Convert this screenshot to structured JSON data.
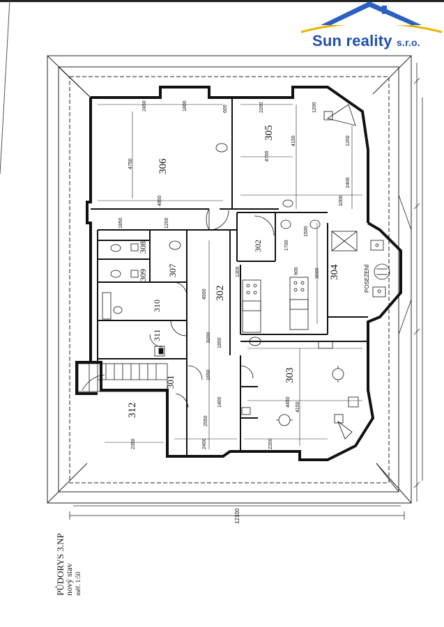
{
  "logo": {
    "name": "Sun reality",
    "suffix": "s.r.o.",
    "colors": {
      "blue": "#1f4fae",
      "gold": "#e8b400",
      "roof": "#2b5fc4"
    }
  },
  "title": {
    "line1": "PŮDORYS 3.NP",
    "line2": "nový stav",
    "line3": "měř. 1:50"
  },
  "rooms": [
    {
      "id": "r306",
      "label": "306"
    },
    {
      "id": "r305",
      "label": "305"
    },
    {
      "id": "r302a",
      "label": "302"
    },
    {
      "id": "r302b",
      "label": "302"
    },
    {
      "id": "r308",
      "label": "308"
    },
    {
      "id": "r307",
      "label": "307"
    },
    {
      "id": "r309",
      "label": "309"
    },
    {
      "id": "r310",
      "label": "310"
    },
    {
      "id": "r311",
      "label": "311"
    },
    {
      "id": "r304",
      "label": "304"
    },
    {
      "id": "r303",
      "label": "303"
    },
    {
      "id": "r301",
      "label": "301"
    },
    {
      "id": "r312",
      "label": "312"
    }
  ],
  "labels": {
    "posezeni": "POSEZENÍ",
    "total_width": "12100",
    "dims": [
      "2450",
      "1800",
      "600",
      "2200",
      "1200",
      "4750",
      "4700",
      "4150",
      "1200",
      "2400",
      "4850",
      "1000",
      "1850",
      "1200",
      "4500",
      "8200",
      "1850",
      "1650",
      "1400",
      "2550",
      "2400",
      "4150",
      "4450",
      "2200",
      "2350",
      "1300",
      "1500",
      "3000",
      "900",
      "1700"
    ]
  }
}
